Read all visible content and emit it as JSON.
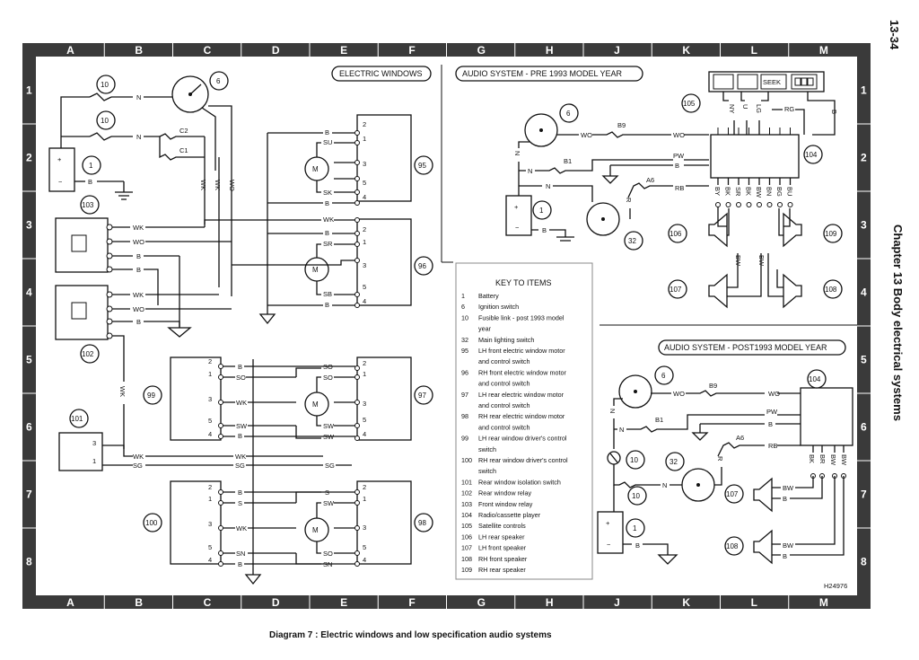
{
  "page": {
    "page_number": "13-34",
    "chapter": "Chapter 13 Body electrical systems",
    "caption": "Diagram 7 : Electric windows and low specification audio systems",
    "drawing_ref": "H24976"
  },
  "frame": {
    "columns": [
      "A",
      "B",
      "C",
      "D",
      "E",
      "F",
      "G",
      "H",
      "J",
      "K",
      "L",
      "M"
    ],
    "rows": [
      "1",
      "2",
      "3",
      "4",
      "5",
      "6",
      "7",
      "8"
    ]
  },
  "sections": {
    "electric_windows": "ELECTRIC WINDOWS",
    "audio_pre": "AUDIO SYSTEM - PRE 1993 MODEL YEAR",
    "audio_post": "AUDIO SYSTEM - POST1993 MODEL YEAR"
  },
  "key": {
    "title": "KEY TO ITEMS",
    "items": [
      {
        "num": "1",
        "text": "Battery"
      },
      {
        "num": "6",
        "text": "Ignition switch"
      },
      {
        "num": "10",
        "text": "Fusible link - post 1993 model"
      },
      {
        "num": "",
        "text": "year"
      },
      {
        "num": "32",
        "text": "Main lighting switch"
      },
      {
        "num": "95",
        "text": "LH front electric window motor"
      },
      {
        "num": "",
        "text": "and control switch"
      },
      {
        "num": "96",
        "text": "RH front electric window motor"
      },
      {
        "num": "",
        "text": "and control switch"
      },
      {
        "num": "97",
        "text": "LH rear electric window motor"
      },
      {
        "num": "",
        "text": "and control switch"
      },
      {
        "num": "98",
        "text": "RH rear electric window motor"
      },
      {
        "num": "",
        "text": "and control switch"
      },
      {
        "num": "99",
        "text": "LH rear window driver's control"
      },
      {
        "num": "",
        "text": "switch"
      },
      {
        "num": "100",
        "text": "RH rear window driver's control"
      },
      {
        "num": "",
        "text": "switch"
      },
      {
        "num": "101",
        "text": "Rear window isolation switch"
      },
      {
        "num": "102",
        "text": "Rear window relay"
      },
      {
        "num": "103",
        "text": "Front window relay"
      },
      {
        "num": "104",
        "text": "Radio/cassette player"
      },
      {
        "num": "105",
        "text": "Satellite controls"
      },
      {
        "num": "106",
        "text": "LH rear speaker"
      },
      {
        "num": "107",
        "text": "LH front speaker"
      },
      {
        "num": "108",
        "text": "RH front speaker"
      },
      {
        "num": "109",
        "text": "RH rear speaker"
      }
    ]
  },
  "components": {
    "c1": "1",
    "c6": "6",
    "c10": "10",
    "c32": "32",
    "c95": "95",
    "c96": "96",
    "c97": "97",
    "c98": "98",
    "c99": "99",
    "c100": "100",
    "c101": "101",
    "c102": "102",
    "c103": "103",
    "c104": "104",
    "c105": "105",
    "c106": "106",
    "c107": "107",
    "c108": "108",
    "c109": "109",
    "motor": "M",
    "c1_label": "C1",
    "c2_label": "C2",
    "b9": "B9",
    "b1": "B1",
    "a6": "A6",
    "seek": "SEEK"
  },
  "wires": {
    "N": "N",
    "B": "B",
    "WK": "WK",
    "WO": "WO",
    "SU": "SU",
    "SK": "SK",
    "SR": "SR",
    "SB": "SB",
    "SO": "SO",
    "SW": "SW",
    "SG": "SG",
    "S": "S",
    "SN": "SN",
    "PW": "PW",
    "RB": "RB",
    "RG": "RG",
    "R": "R",
    "NY": "NY",
    "U": "U",
    "LG": "LG",
    "BY": "BY",
    "BK": "BK",
    "SR2": "SR",
    "BW": "BW",
    "BN": "BN",
    "BG": "BG",
    "BU": "BU",
    "BR": "BR"
  },
  "terminals": {
    "t1": "1",
    "t2": "2",
    "t3": "3",
    "t4": "4",
    "t5": "5"
  }
}
